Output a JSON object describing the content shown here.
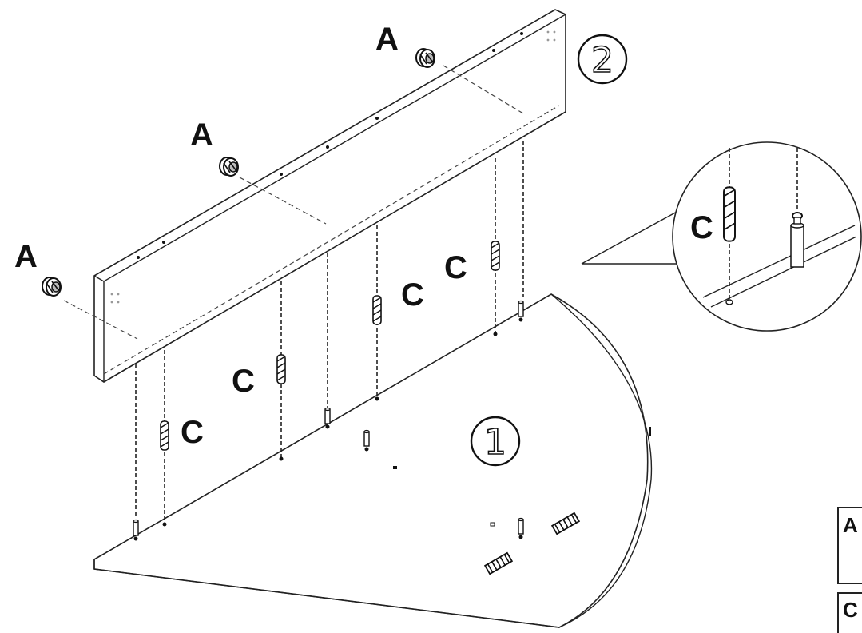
{
  "diagram": {
    "step_labels": [
      "2",
      "1"
    ],
    "part_labels": {
      "cam_lock": "A",
      "dowel": "C"
    },
    "parts_key": [
      "A",
      "C"
    ]
  }
}
